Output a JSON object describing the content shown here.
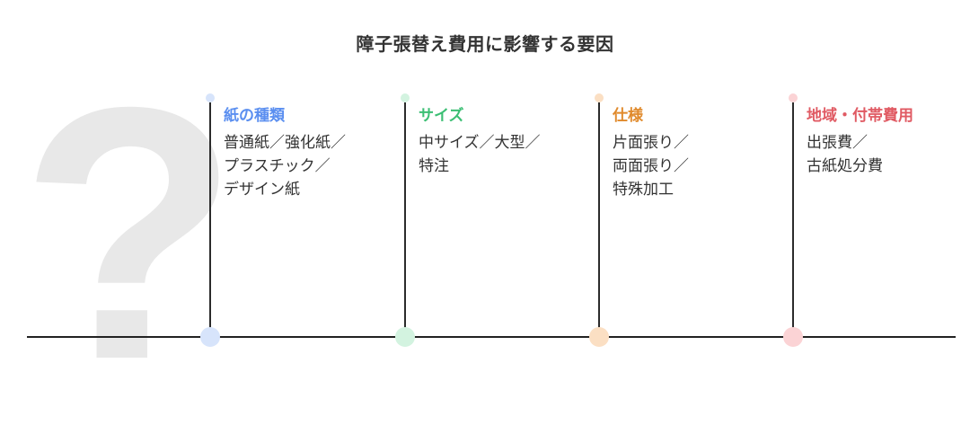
{
  "title": "障子張替え費用に影響する要因",
  "decoration": {
    "glyph": "?",
    "color": "#e8e8e8"
  },
  "factors": [
    {
      "heading": "紙の種類",
      "color": "#5b8ff0",
      "dot_color": "#d7e4fb",
      "lines": [
        "普通紙／強化紙／",
        "プラスチック／",
        "デザイン紙"
      ]
    },
    {
      "heading": "サイズ",
      "color": "#3cbf74",
      "dot_color": "#d3f3e0",
      "lines": [
        "中サイズ／大型／",
        "特注"
      ]
    },
    {
      "heading": "仕様",
      "color": "#e08a2c",
      "dot_color": "#fbdfc3",
      "lines": [
        "片面張り／",
        "両面張り／",
        "特殊加工"
      ]
    },
    {
      "heading": "地域・付帯費用",
      "color": "#e05a63",
      "dot_color": "#fbd3d5",
      "lines": [
        "出張費／",
        "古紙処分費"
      ]
    }
  ]
}
